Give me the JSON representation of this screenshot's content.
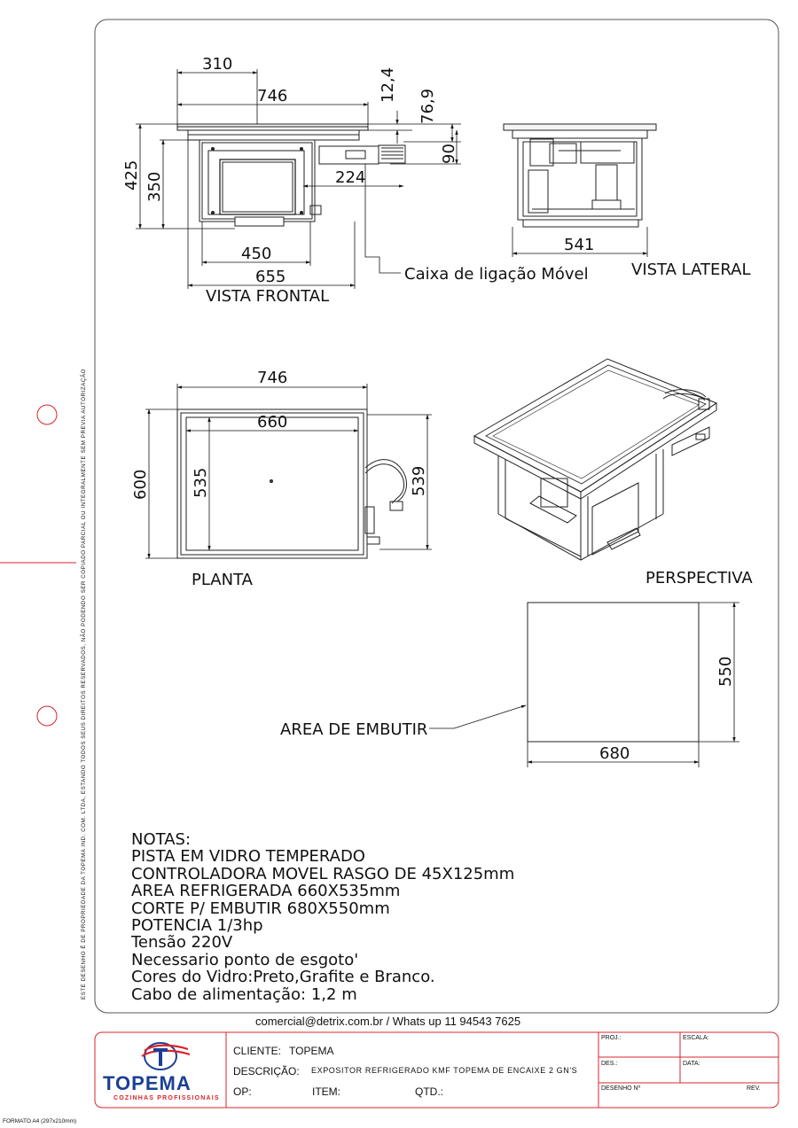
{
  "views": {
    "frontal": "VISTA FRONTAL",
    "lateral": "VISTA LATERAL",
    "planta": "PLANTA",
    "perspectiva": "PERSPECTIVA"
  },
  "callouts": {
    "caixa": "Caixa de ligação Móvel",
    "area_embutir": "AREA DE EMBUTIR"
  },
  "dimensions": {
    "front_310": "310",
    "front_746": "746",
    "front_12_4": "12,4",
    "front_76_9": "76,9",
    "front_90": "90",
    "front_224": "224",
    "front_425": "425",
    "front_350": "350",
    "front_450": "450",
    "front_655": "655",
    "lateral_541": "541",
    "planta_746": "746",
    "planta_660": "660",
    "planta_600": "600",
    "planta_535": "535",
    "planta_539": "539",
    "cut_550": "550",
    "cut_680": "680"
  },
  "notes": {
    "title": "NOTAS:",
    "lines": [
      "PISTA EM VIDRO TEMPERADO",
      "CONTROLADORA MOVEL RASGO DE 45X125mm",
      "AREA REFRIGERADA 660X535mm",
      "CORTE P/ EMBUTIR 680X550mm",
      "POTENCIA 1/3hp",
      "Tensão 220V",
      "Necessario ponto de esgoto'",
      "Cores do Vidro:Preto,Grafite e Branco.",
      "Cabo de alimentação: 1,2 m"
    ]
  },
  "contact": "comercial@detrix.com.br / Whats up 11 94543 7625",
  "side_notice": "ESTE DESENHO É DE PROPRIEDADE DA TOPEMA IND. COM. LTDA, ESTANDO TODOS SEUS DIREITOS RESERVADOS, NÃO PODENDO SER COPIADO PARCIAL OU INTEGRALMENTE SEM PREVIA AUTORIZAÇÃO",
  "format": "FORMATO A4  (297x210mm)",
  "title_block": {
    "logo_name": "TOPEMA",
    "logo_sub": "COZINHAS PROFISSIONAIS",
    "cliente_label": "CLIENTE:",
    "cliente_value": "TOPEMA",
    "descricao_label": "DESCRIÇÃO:",
    "descricao_value": "EXPOSITOR REFRIGERADO KMF TOPEMA DE ENCAIXE 2 GN'S",
    "op_label": "OP:",
    "item_label": "ITEM:",
    "qtd_label": "QTD.:",
    "proj_label": "PROJ.:",
    "escala_label": "ESCALA:",
    "des_label": "DES.:",
    "data_label": "DATA:",
    "desenho_label": "DESENHO  Nº",
    "rev_label": "REV."
  },
  "colors": {
    "frame_red": "#d9252b",
    "logo_blue": "#1c3f94",
    "logo_red": "#d9252b",
    "ink": "#111111"
  }
}
